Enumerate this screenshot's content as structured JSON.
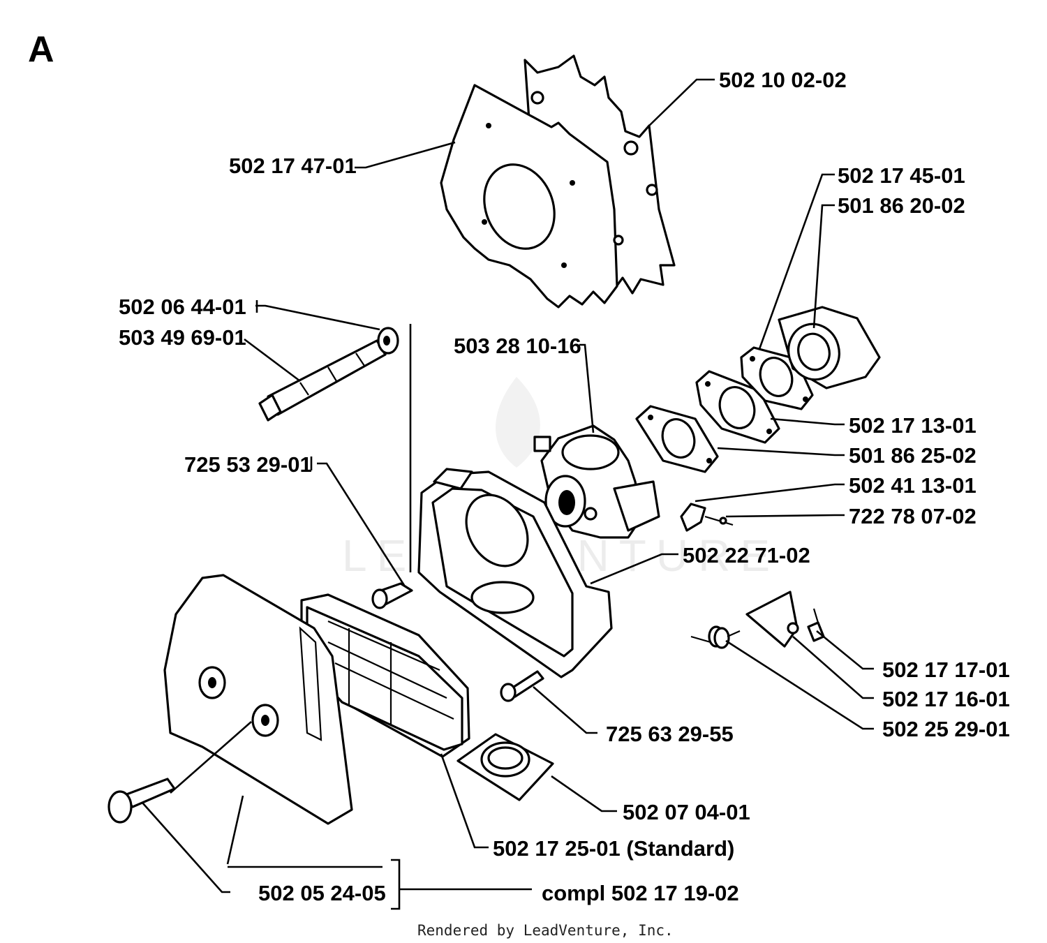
{
  "section_letter": "A",
  "watermark": "LEADVENTURE",
  "footer": "Rendered by LeadVenture, Inc.",
  "labels": {
    "p502100202": "502 10 02-02",
    "p502174701": "502 17 47-01",
    "p502174501": "502 17 45-01",
    "p501862002": "501 86 20-02",
    "p502064401": "502 06 44-01",
    "p503496901": "503 49 69-01",
    "p503281016": "503 28 10-16",
    "p502171301": "502 17 13-01",
    "p501862502": "501 86 25-02",
    "p725532901": "725 53 29-01",
    "p502411301": "502 41 13-01",
    "p722780702": "722 78 07-02",
    "p502227102": "502 22 71-02",
    "p502171701": "502 17 17-01",
    "p502171601": "502 17 16-01",
    "p725632955": "725 63 29-55",
    "p502252901": "502 25 29-01",
    "p502070401": "502 07 04-01",
    "p502172501": "502 17 25-01 (Standard)",
    "p502052405": "502 05 24-05",
    "compl": "compl 502 17 19-02"
  }
}
